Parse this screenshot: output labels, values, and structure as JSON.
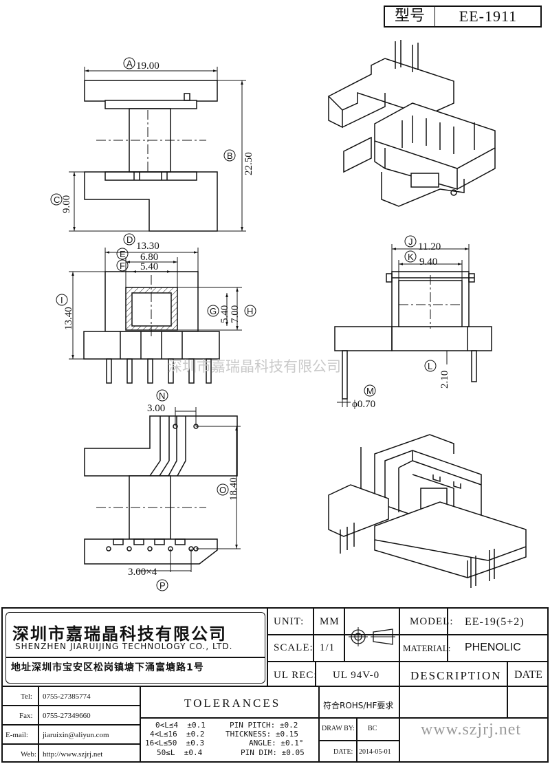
{
  "header": {
    "label": "型号",
    "value": "EE-1911"
  },
  "watermark": "深圳市嘉瑞晶科技有限公司",
  "dimensions": {
    "A": "19.00",
    "B": "22.50",
    "C": "9.00",
    "D": "13.30",
    "E": "6.80",
    "F": "5.40",
    "G": "5.40",
    "H": "7.00",
    "I": "13.40",
    "J": "11.20",
    "K": "9.40",
    "L": "2.10",
    "M": "ϕ0.70",
    "N": "3.00",
    "O": "18.40",
    "P": "3.00×4"
  },
  "callouts": [
    "A",
    "B",
    "C",
    "D",
    "E",
    "F",
    "G",
    "H",
    "I",
    "J",
    "K",
    "L",
    "M",
    "N",
    "O",
    "P"
  ],
  "title_block": {
    "company_cn": "深圳市嘉瑞晶科技有限公司",
    "company_en": "SHENZHEN JIARUIJING TECHNOLOGY CO., LTD.",
    "address": "地址深圳市宝安区松岗镇塘下涌富塘路1号",
    "unit_label": "UNIT:",
    "unit_value": "MM",
    "scale_label": "SCALE:",
    "scale_value": "1/1",
    "ul_label": "UL REC:",
    "ul_value": "UL 94V-0",
    "model_label": "MODEL:",
    "model_value": "EE-19(5+2)",
    "material_label": "MATERIAL:",
    "material_value": "PHENOLIC",
    "description_label": "DESCRIPTION",
    "date_label": "DATE",
    "tel_label": "Tel:",
    "tel_value": "0755-27385774",
    "fax_label": "Fax:",
    "fax_value": "0755-27349660",
    "email_label": "E-mail:",
    "email_value": "jiaruixin@aliyun.com",
    "web_label": "Web:",
    "web_value": "http://www.szjrj.net",
    "tolerances_label": "TOLERANCES",
    "rohs": "符合ROHS/HF要求",
    "draw_by_label": "DRAW BY:",
    "draw_by_value": "BC",
    "date_label2": "DATE:",
    "date_value": "2014-05-01",
    "site": "www.szjrj.net",
    "tol_length": [
      "0<L≤4  ±0.1",
      "4<L≤16  ±0.2",
      "16<L≤50  ±0.3",
      "50≤L  ±0.4"
    ],
    "tol_other": [
      "PIN PITCH: ±0.2",
      "THICKNESS: ±0.15",
      "ANGLE: ±0.1°",
      "PIN DIM: ±0.05"
    ]
  }
}
